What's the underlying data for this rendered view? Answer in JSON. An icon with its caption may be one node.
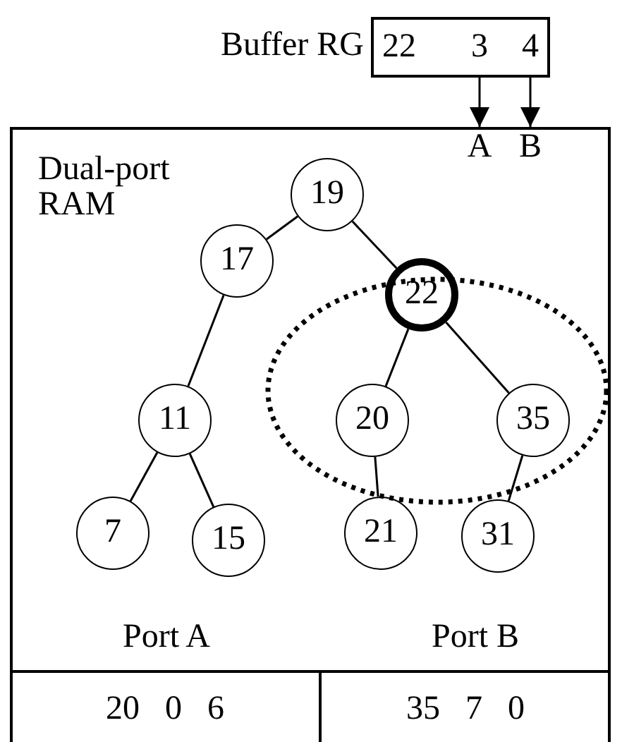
{
  "diagram": {
    "nodes": [
      {
        "text": [],
        "shape": "box",
        "beside": [
          "Buffer RG"
        ]
      },
      {
        "text": [
          "22"
        ],
        "in": 0
      },
      {
        "text": [
          "3"
        ],
        "in": 0
      },
      {
        "text": [
          "4"
        ],
        "in": 0
      },
      {
        "text": [
          "Dual-port RAM"
        ]
      },
      {
        "text": [
          "A"
        ],
        "in": 4
      },
      {
        "text": [
          "B"
        ],
        "in": 4
      },
      {
        "text": [
          "19"
        ],
        "in": 4
      },
      {
        "text": [
          "17"
        ],
        "in": 4
      },
      {
        "text": [
          "22"
        ],
        "in": 4
      },
      {
        "text": [
          "11"
        ],
        "in": 4
      },
      {
        "text": [
          "20"
        ],
        "in": 4
      },
      {
        "text": [
          "35"
        ],
        "in": 4
      },
      {
        "text": [
          "7"
        ],
        "in": 4
      },
      {
        "text": [
          "15"
        ],
        "in": 4
      },
      {
        "text": [
          "21"
        ],
        "in": 4
      },
      {
        "text": [
          "31"
        ],
        "in": 4
      }
    ],
    "edges": [
      {
        "from": 2,
        "to": 5,
        "arrow": "to"
      },
      {
        "from": 3,
        "to": 6,
        "arrow": "to"
      },
      {
        "from": 7,
        "to": 8,
        "arrow": "none"
      },
      {
        "from": 7,
        "to": 9,
        "arrow": "none"
      },
      {
        "from": 8,
        "to": 10,
        "arrow": "none"
      },
      {
        "from": 9,
        "to": 11,
        "arrow": "none"
      },
      {
        "from": 9,
        "to": 12,
        "arrow": "none"
      },
      {
        "from": 10,
        "to": 13,
        "arrow": "none"
      },
      {
        "from": 10,
        "to": 14,
        "arrow": "none"
      },
      {
        "from": 11,
        "to": 15,
        "arrow": "none"
      },
      {
        "from": 12,
        "to": 16,
        "arrow": "none"
      }
    ],
    "labels": [
      "Port A",
      "Port B",
      "20   0   6",
      "35   7   0"
    ]
  }
}
